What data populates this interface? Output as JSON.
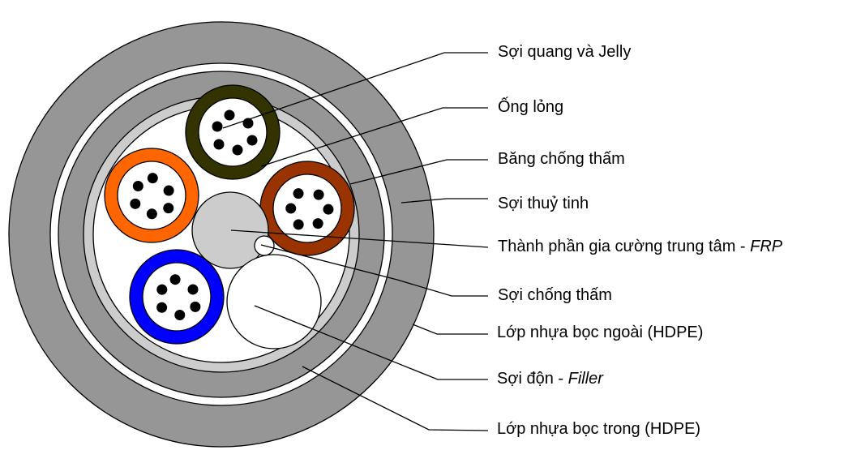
{
  "title": "Cable cross-section",
  "colors": {
    "outer_jacket": "#969696",
    "inner_jacket": "#969696",
    "water_block_tape": "#cccccc",
    "core_fill": "#ffffff",
    "glass_yarn_gap": "#ffffff",
    "fiber": "#000000",
    "frp": "#cccccc",
    "swelling_yarn": "#ffffff",
    "filler": "#ffffff",
    "outline": "#000000"
  },
  "tubes": [
    {
      "name": "tube-olive",
      "color": "#333300",
      "fibers": 6
    },
    {
      "name": "tube-orange",
      "color": "#ff6600",
      "fibers": 6
    },
    {
      "name": "tube-brown",
      "color": "#993300",
      "fibers": 6
    },
    {
      "name": "tube-blue",
      "color": "#0000ff",
      "fibers": 6
    }
  ],
  "labels": [
    {
      "key": "fiber-jelly",
      "text": "Sợi quang và Jelly",
      "italic": ""
    },
    {
      "key": "loose-tube",
      "text": "Ống lỏng",
      "italic": ""
    },
    {
      "key": "water-block-tape",
      "text": "Băng chống thấm",
      "italic": ""
    },
    {
      "key": "glass-yarn",
      "text": "Sợi thuỷ tinh",
      "italic": ""
    },
    {
      "key": "central-strength-member",
      "text": "Thành phần gia cường trung tâm - ",
      "italic": "FRP"
    },
    {
      "key": "water-block-yarn",
      "text": "Sợi chống thấm",
      "italic": ""
    },
    {
      "key": "outer-jacket",
      "text": "Lớp nhựa bọc ngoài (HDPE)",
      "italic": ""
    },
    {
      "key": "filler-rod",
      "text": "Sợi độn - ",
      "italic": "Filler"
    },
    {
      "key": "inner-jacket",
      "text": "Lớp nhựa bọc trong (HDPE)",
      "italic": ""
    }
  ]
}
